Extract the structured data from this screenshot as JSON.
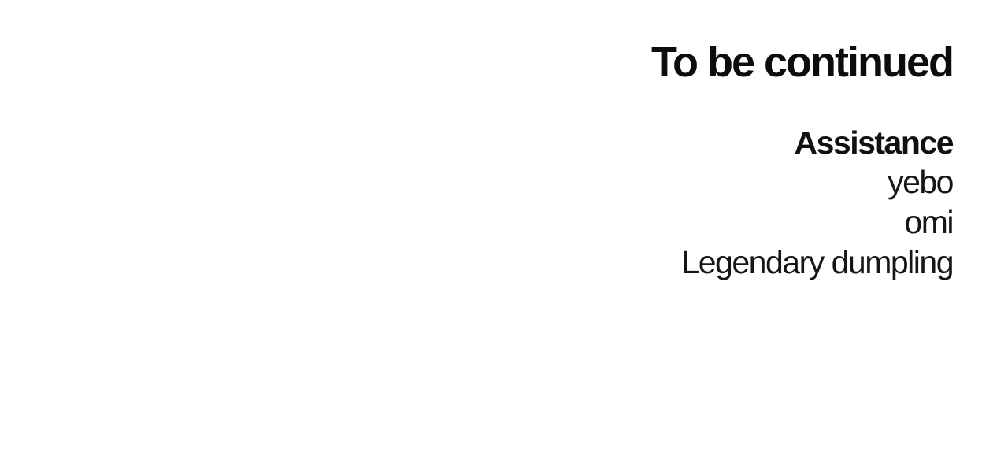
{
  "title": "To be continued",
  "credits": {
    "heading": "Assistance",
    "names": [
      "yebo",
      "omi",
      "Legendary dumpling"
    ]
  }
}
